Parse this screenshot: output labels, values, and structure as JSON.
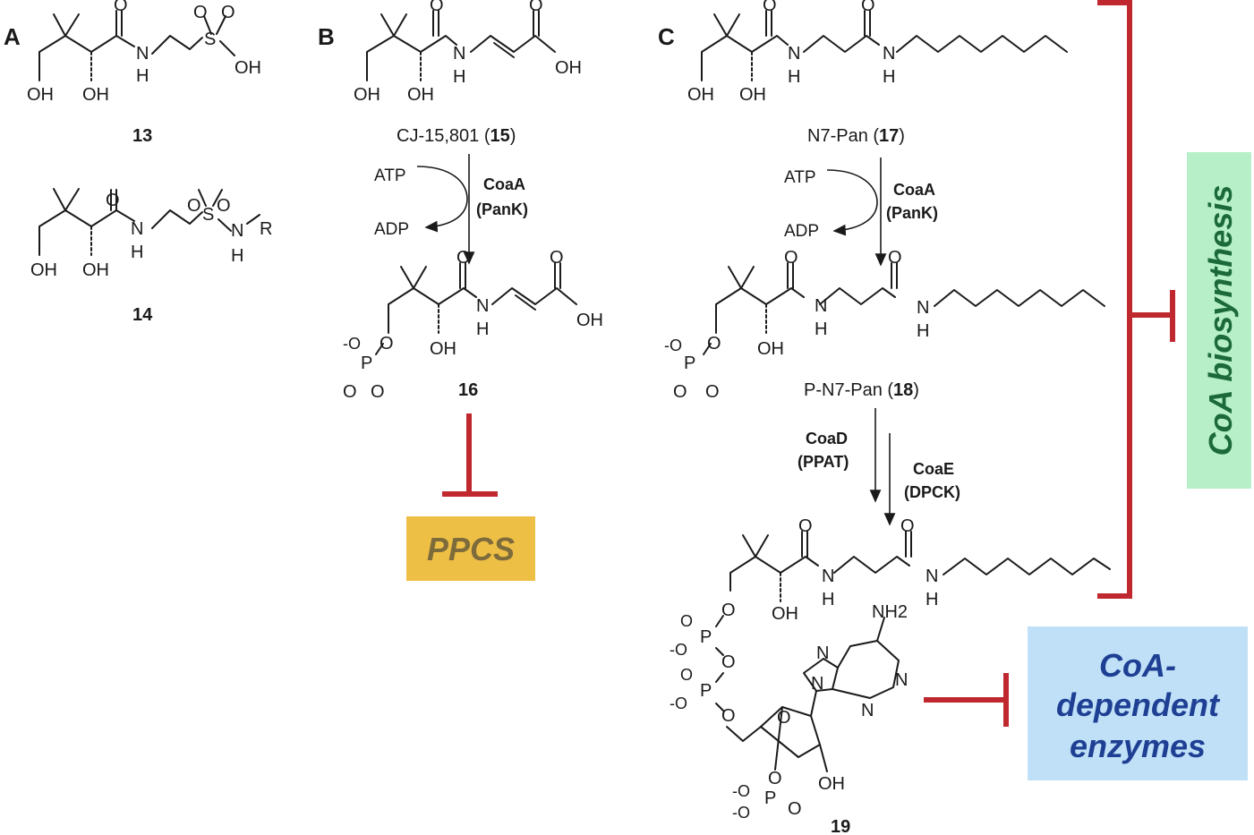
{
  "panels": {
    "a": "A",
    "b": "B",
    "c": "C"
  },
  "compounds": {
    "c13": "13",
    "c14": "14",
    "c15_name": "CJ-15,801 (",
    "c15_num": "15",
    "c16": "16",
    "c17_name": "N7-Pan (",
    "c17_num": "17",
    "c18_name": "P-N7-Pan (",
    "c18_num": "18",
    "c19": "19",
    "close_paren": ")"
  },
  "atoms": {
    "oh": "OH",
    "o": "O",
    "n": "N",
    "h": "H",
    "s": "S",
    "r": "R",
    "p": "P",
    "minus_o": "-O",
    "nh2": "NH2"
  },
  "reactions": {
    "atp": "ATP",
    "adp": "ADP",
    "coaa": "CoaA",
    "pank": "(PanK)",
    "coad": "CoaD",
    "ppat": "(PPAT)",
    "coae": "CoaE",
    "dpck": "(DPCK)"
  },
  "targets": {
    "ppcs": "PPCS",
    "coa_biosynthesis": "CoA biosynthesis",
    "dependent_line1": "CoA-",
    "dependent_line2": "dependent",
    "dependent_line3": "enzymes"
  },
  "colors": {
    "inhibition": "#c0282f",
    "ppcs_box": "#eebf45",
    "ppcs_text": "#7d6b3b",
    "biosynthesis_box": "#b7f0c8",
    "biosynthesis_text": "#1c6a3a",
    "dependent_box": "#bfe0f7",
    "dependent_text": "#1e3f93"
  }
}
